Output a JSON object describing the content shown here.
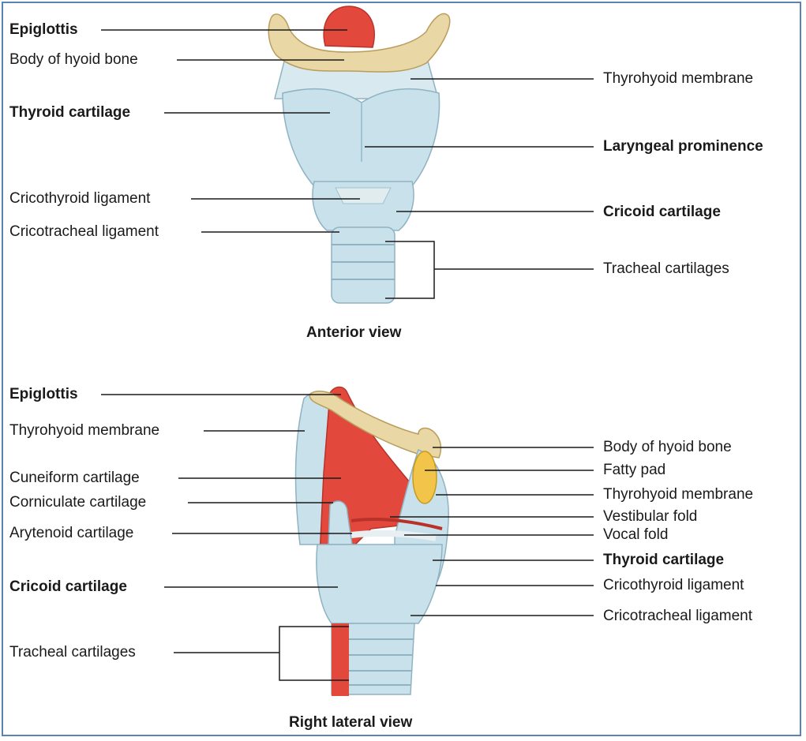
{
  "anterior": {
    "caption": "Anterior view",
    "labels": {
      "epiglottis": "Epiglottis",
      "hyoid": "Body of hyoid bone",
      "thyroid": "Thyroid cartilage",
      "cricothyroid": "Cricothyroid ligament",
      "cricotracheal": "Cricotracheal ligament",
      "thyrohyoid": "Thyrohyoid membrane",
      "laryngeal": "Laryngeal prominence",
      "cricoid": "Cricoid cartilage",
      "tracheal": "Tracheal cartilages"
    }
  },
  "lateral": {
    "caption": "Right lateral view",
    "labels": {
      "epiglottis": "Epiglottis",
      "thyrohyoid_left": "Thyrohyoid membrane",
      "cuneiform": "Cuneiform cartilage",
      "corniculate": "Corniculate cartilage",
      "arytenoid": "Arytenoid cartilage",
      "cricoid": "Cricoid cartilage",
      "tracheal": "Tracheal cartilages",
      "hyoid": "Body of hyoid bone",
      "fatty": "Fatty pad",
      "thyrohyoid_right": "Thyrohyoid membrane",
      "vestibular": "Vestibular fold",
      "vocal": "Vocal fold",
      "thyroid": "Thyroid cartilage",
      "cricothyroid": "Cricothyroid ligament",
      "cricotracheal": "Cricotracheal ligament"
    }
  },
  "colors": {
    "cartilage": "#c9e1ea",
    "cartilage_dark": "#9fc3d2",
    "bone": "#e9d7a6",
    "epiglottis": "#e2493c",
    "fat": "#f3c44a",
    "frame": "#5b82b5"
  }
}
